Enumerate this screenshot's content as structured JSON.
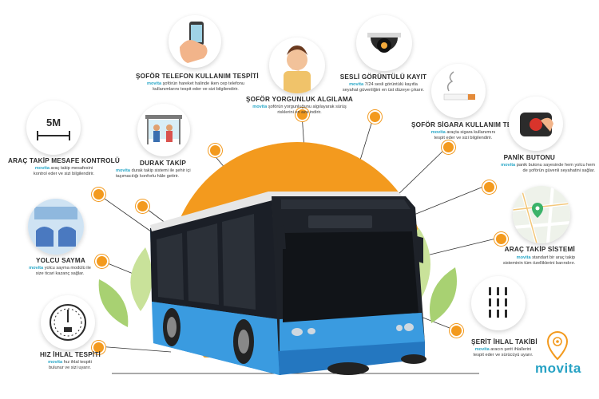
{
  "brand": {
    "name": "movita",
    "accent": "#f39a1e",
    "brand_color": "#28a7c7"
  },
  "features": {
    "phone": {
      "title": "ŞOFÖR TELEFON KULLANIM TESPİTİ",
      "desc_line1": "şoförün hareket halinde iken cep telefonu",
      "desc_line2": "kullanımlarını tespit eder ve sizi bilgilendirir.",
      "icon": "phone-in-hand-icon"
    },
    "fatigue": {
      "title": "ŞOFÖR YORGUNLUK ALGILAMA",
      "desc_line1": "şoförün yorgunluğunu algılayarak sürüş",
      "desc_line2": "risklerini en aza indirir.",
      "icon": "tired-driver-icon"
    },
    "camera": {
      "title": "SESLİ GÖRÜNTÜLÜ KAYIT",
      "desc_line1": "7/24 sesli görüntülü kayıtla",
      "desc_line2": "seyahat güvenliğini en üst düzeye çıkarır.",
      "icon": "dome-camera-icon"
    },
    "smoking": {
      "title": "ŞOFÖR SİGARA KULLANIM TESPİTİ",
      "desc_line1": "araçta sigara kullanımını",
      "desc_line2": "tespit eder ve sizi bilgilendirir.",
      "icon": "cigarette-icon"
    },
    "panic": {
      "title": "PANİK BUTONU",
      "desc_line1": "panik butonu sayesinde hem yolcu hem",
      "desc_line2": "de şoförün güvenli seyahatini sağlar.",
      "icon": "panic-button-icon"
    },
    "tracking": {
      "title": "ARAÇ TAKİP SİSTEMİ",
      "desc_line1": "standart bir araç takip",
      "desc_line2": "sisteminin tüm özelliklerini barındırır.",
      "icon": "map-pin-icon"
    },
    "lane": {
      "title": "ŞERİT İHLAL TAKİBİ",
      "desc_line1": "aracın şerit ihlallerini",
      "desc_line2": "tespit eder ve sürücüyü uyarır.",
      "icon": "lane-lines-icon"
    },
    "distance": {
      "title": "ARAÇ TAKİP MESAFE KONTROLÜ",
      "desc_line1": "araç takip mesafesini",
      "desc_line2": "kontrol eder ve sizi bilgilendirir.",
      "icon": "distance-icon",
      "icon_label": "5M"
    },
    "stop": {
      "title": "DURAK TAKİP",
      "desc_line1": "durak takip sistemi ile şehir içi",
      "desc_line2": "taşımacılığı konforlu hâle getirir.",
      "icon": "bus-stop-icon"
    },
    "passenger": {
      "title": "YOLCU SAYMA",
      "desc_line1": "yolcu sayma modülü ile",
      "desc_line2": "size ticari kazanç sağlar.",
      "icon": "bus-seats-icon"
    },
    "speed": {
      "title": "HIZ İHLAL TESPİTİ",
      "desc_line1": "hız ihlal tespiti",
      "desc_line2": "bulunur ve sizi uyarır.",
      "icon": "speedometer-icon"
    }
  },
  "logo": {
    "text": "movita",
    "icon": "location-pin-logo-icon"
  }
}
